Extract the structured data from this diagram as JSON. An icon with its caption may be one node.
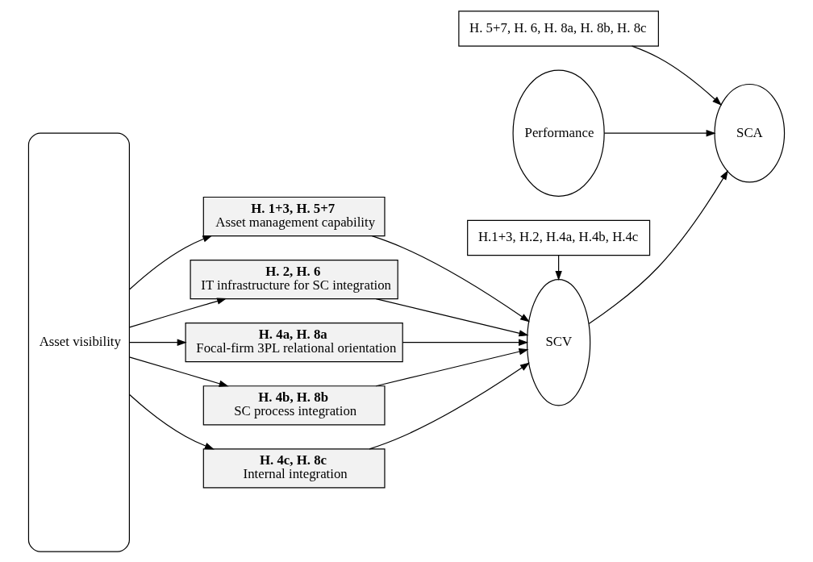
{
  "diagram": {
    "nodes": [
      {
        "text": [
          "Asset visibility"
        ]
      },
      {
        "text": [
          "H. 1+3, H. 5+7",
          "Asset management capability"
        ]
      },
      {
        "text": [
          "H. 2, H. 6",
          "IT infrastructure for SC integration"
        ]
      },
      {
        "text": [
          "H. 4a, H. 8a",
          "Focal-firm 3PL relational orientation"
        ]
      },
      {
        "text": [
          "H. 4b, H. 8b",
          "SC process integration"
        ]
      },
      {
        "text": [
          "H. 4c, H. 8c",
          "Internal integration"
        ]
      },
      {
        "text": [
          "H. 5+7, H. 6, H. 8a, H. 8b, H. 8c"
        ]
      },
      {
        "text": [
          "SCV"
        ]
      },
      {
        "text": [
          "Performance"
        ]
      },
      {
        "text": [
          "SCA"
        ]
      },
      {
        "text": [
          "H.1+3, H.2, H.4a, H.4b, H.4c"
        ]
      }
    ],
    "edges": [
      {
        "from": 0,
        "to": 1,
        "arrow": "to"
      },
      {
        "from": 0,
        "to": 2,
        "arrow": "to"
      },
      {
        "from": 0,
        "to": 3,
        "arrow": "to"
      },
      {
        "from": 0,
        "to": 4,
        "arrow": "to"
      },
      {
        "from": 0,
        "to": 5,
        "arrow": "to"
      },
      {
        "from": 1,
        "to": 7,
        "arrow": "to"
      },
      {
        "from": 2,
        "to": 7,
        "arrow": "to"
      },
      {
        "from": 3,
        "to": 7,
        "arrow": "to"
      },
      {
        "from": 4,
        "to": 7,
        "arrow": "to"
      },
      {
        "from": 5,
        "to": 7,
        "arrow": "to"
      },
      {
        "from": 10,
        "to": 7,
        "arrow": "to"
      },
      {
        "from": 7,
        "to": 9,
        "arrow": "to"
      },
      {
        "from": 8,
        "to": 9,
        "arrow": "to"
      },
      {
        "from": 6,
        "to": 9,
        "arrow": "to"
      }
    ]
  }
}
